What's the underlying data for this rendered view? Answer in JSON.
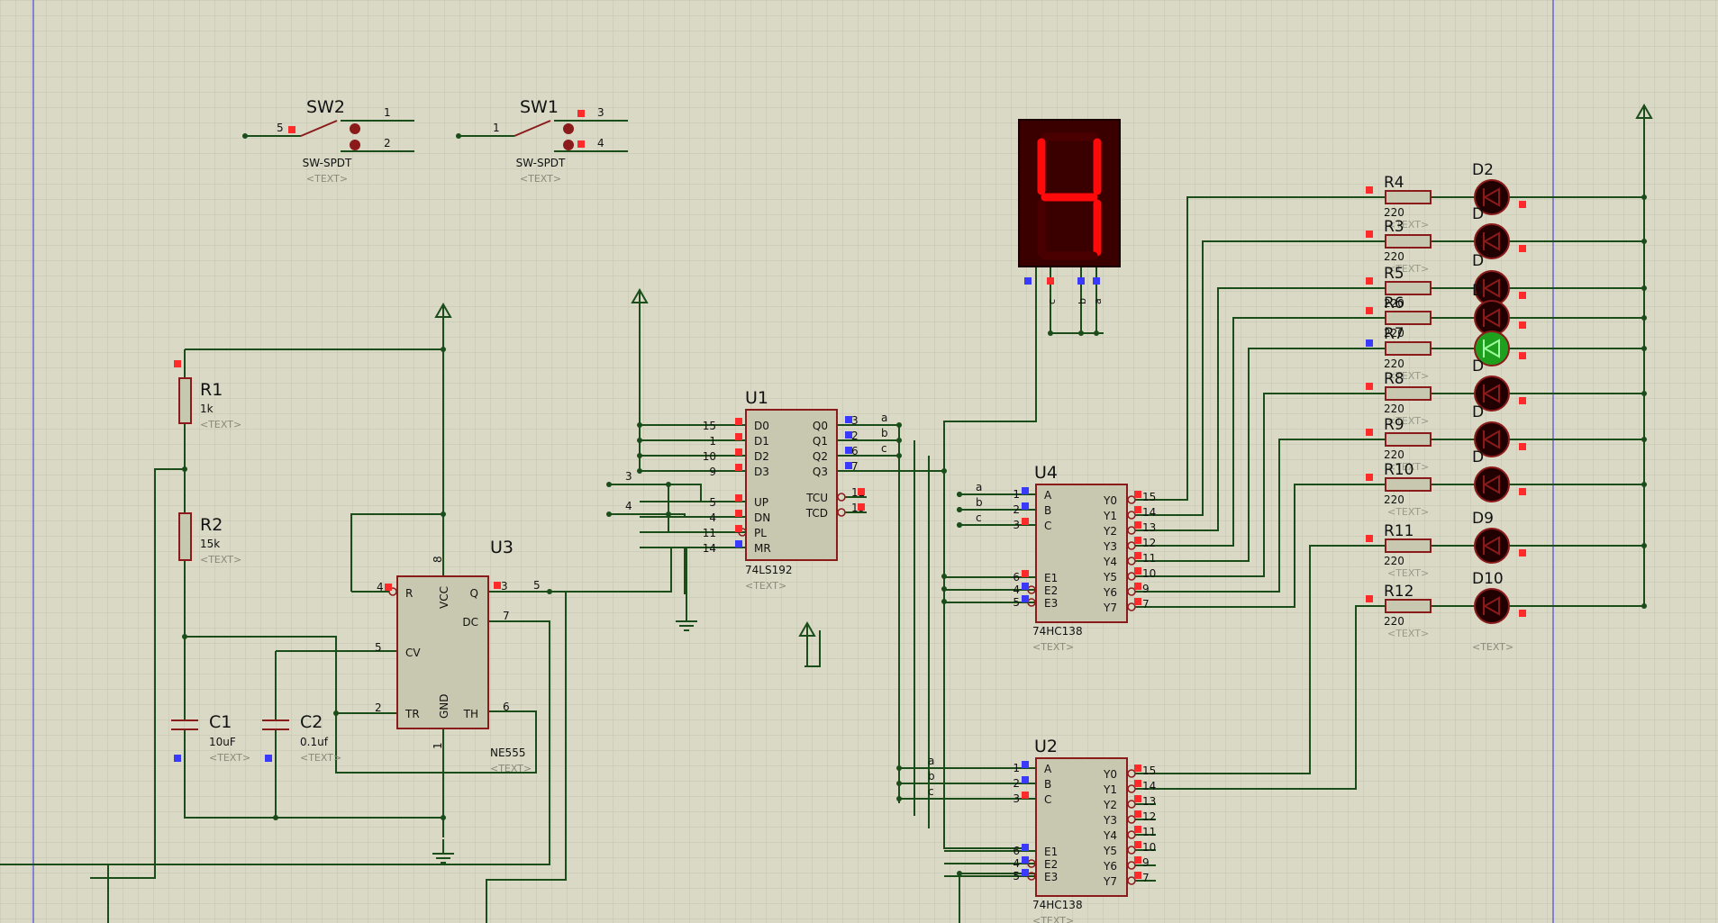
{
  "colors": {
    "background": "#d9d9c6",
    "grid": "#c3c3b0",
    "gridMajor": "#b3b3a0",
    "wire": "#1a4d1a",
    "body": "#c8c8b0",
    "bodyStroke": "#8b1a1a",
    "pinRed": "#ff2a2a",
    "pinBlue": "#3a3aff",
    "segOn": "#ff0a0a",
    "segOff": "#4a0000",
    "ledOff": "#200000",
    "ledOn": "#1ea01e",
    "sheet": "#3a3aff"
  },
  "switches": [
    {
      "ref": "SW2",
      "part": "SW-SPDT",
      "text": "<TEXT>",
      "pinLeft": "5",
      "pinTop": "1",
      "pinBottom": "2"
    },
    {
      "ref": "SW1",
      "part": "SW-SPDT",
      "text": "<TEXT>",
      "pinLeft": "1",
      "pinTop": "3",
      "pinBottom": "4"
    }
  ],
  "display": {
    "digit": "4",
    "pins": [
      "c",
      "b",
      "a"
    ]
  },
  "u1": {
    "ref": "U1",
    "part": "74LS192",
    "text": "<TEXT>",
    "left": [
      {
        "n": "15",
        "name": "D0"
      },
      {
        "n": "1",
        "name": "D1"
      },
      {
        "n": "10",
        "name": "D2"
      },
      {
        "n": "9",
        "name": "D3"
      },
      {
        "n": "5",
        "name": "UP"
      },
      {
        "n": "4",
        "name": "DN"
      },
      {
        "n": "11",
        "name": "PL"
      },
      {
        "n": "14",
        "name": "MR"
      }
    ],
    "right": [
      {
        "n": "3",
        "name": "Q0",
        "net": "a"
      },
      {
        "n": "2",
        "name": "Q1",
        "net": "b"
      },
      {
        "n": "6",
        "name": "Q2",
        "net": "c"
      },
      {
        "n": "7",
        "name": "Q3",
        "net": ""
      },
      {
        "n": "12",
        "name": "TCU",
        "net": ""
      },
      {
        "n": "13",
        "name": "TCD",
        "net": ""
      }
    ],
    "netLabels": [
      "3",
      "4"
    ]
  },
  "u3": {
    "ref": "U3",
    "part": "NE555",
    "text": "<TEXT>",
    "pins": [
      {
        "n": "4",
        "name": "R"
      },
      {
        "n": "8",
        "name": "VCC"
      },
      {
        "n": "3",
        "name": "Q"
      },
      {
        "n": "5",
        "name": "CV"
      },
      {
        "n": "7",
        "name": "DC"
      },
      {
        "n": "2",
        "name": "TR"
      },
      {
        "n": "1",
        "name": "GND"
      },
      {
        "n": "6",
        "name": "TH"
      }
    ],
    "extra": "5"
  },
  "decoders": [
    {
      "ref": "U4",
      "part": "74HC138",
      "text": "<TEXT>",
      "in": [
        {
          "n": "1",
          "name": "A",
          "net": "a"
        },
        {
          "n": "2",
          "name": "B",
          "net": "b"
        },
        {
          "n": "3",
          "name": "C",
          "net": "c"
        },
        {
          "n": "6",
          "name": "E1"
        },
        {
          "n": "4",
          "name": "E2"
        },
        {
          "n": "5",
          "name": "E3"
        }
      ],
      "out": [
        {
          "n": "15",
          "name": "Y0"
        },
        {
          "n": "14",
          "name": "Y1"
        },
        {
          "n": "13",
          "name": "Y2"
        },
        {
          "n": "12",
          "name": "Y3"
        },
        {
          "n": "11",
          "name": "Y4"
        },
        {
          "n": "10",
          "name": "Y5"
        },
        {
          "n": "9",
          "name": "Y6"
        },
        {
          "n": "7",
          "name": "Y7"
        }
      ]
    },
    {
      "ref": "U2",
      "part": "74HC138",
      "text": "<TEXT>",
      "in": [
        {
          "n": "1",
          "name": "A",
          "net": "a"
        },
        {
          "n": "2",
          "name": "B",
          "net": "b"
        },
        {
          "n": "3",
          "name": "C",
          "net": "c"
        },
        {
          "n": "6",
          "name": "E1"
        },
        {
          "n": "4",
          "name": "E2"
        },
        {
          "n": "5",
          "name": "E3"
        }
      ],
      "out": [
        {
          "n": "15",
          "name": "Y0"
        },
        {
          "n": "14",
          "name": "Y1"
        },
        {
          "n": "13",
          "name": "Y2"
        },
        {
          "n": "12",
          "name": "Y3"
        },
        {
          "n": "11",
          "name": "Y4"
        },
        {
          "n": "10",
          "name": "Y5"
        },
        {
          "n": "9",
          "name": "Y6"
        },
        {
          "n": "7",
          "name": "Y7"
        }
      ]
    }
  ],
  "passives": [
    {
      "ref": "R1",
      "value": "1k",
      "text": "<TEXT>"
    },
    {
      "ref": "R2",
      "value": "15k",
      "text": "<TEXT>"
    },
    {
      "ref": "C1",
      "value": "10uF",
      "text": "<TEXT>"
    },
    {
      "ref": "C2",
      "value": "0.1uf",
      "text": "<TEXT>"
    }
  ],
  "ledRows": [
    {
      "r": "R4",
      "v": "220",
      "d": "D2",
      "on": false,
      "rt": "<TEXT>",
      "dt": ""
    },
    {
      "r": "R3",
      "v": "220",
      "d": "D",
      "on": false,
      "rt": "<TEXT>",
      "dt": ""
    },
    {
      "r": "R5",
      "v": "220",
      "d": "D",
      "on": false,
      "rt": "<TEXT>",
      "dt": ""
    },
    {
      "r": "R6",
      "v": "220",
      "d": "D",
      "on": false,
      "rt": "",
      "dt": ""
    },
    {
      "r": "R7",
      "v": "220",
      "d": "",
      "on": true,
      "rt": "<TEXT>",
      "dt": ""
    },
    {
      "r": "R8",
      "v": "220",
      "d": "D",
      "on": false,
      "rt": "<TEXT>",
      "dt": ""
    },
    {
      "r": "R9",
      "v": "220",
      "d": "D",
      "on": false,
      "rt": "<TEXT>",
      "dt": ""
    },
    {
      "r": "R10",
      "v": "220",
      "d": "D",
      "on": false,
      "rt": "<TEXT>",
      "dt": ""
    },
    {
      "r": "R11",
      "v": "220",
      "d": "D9",
      "on": false,
      "rt": "<TEXT>",
      "dt": ""
    },
    {
      "r": "R12",
      "v": "220",
      "d": "D10",
      "on": false,
      "rt": "<TEXT>",
      "dt": "<TEXT>"
    }
  ]
}
